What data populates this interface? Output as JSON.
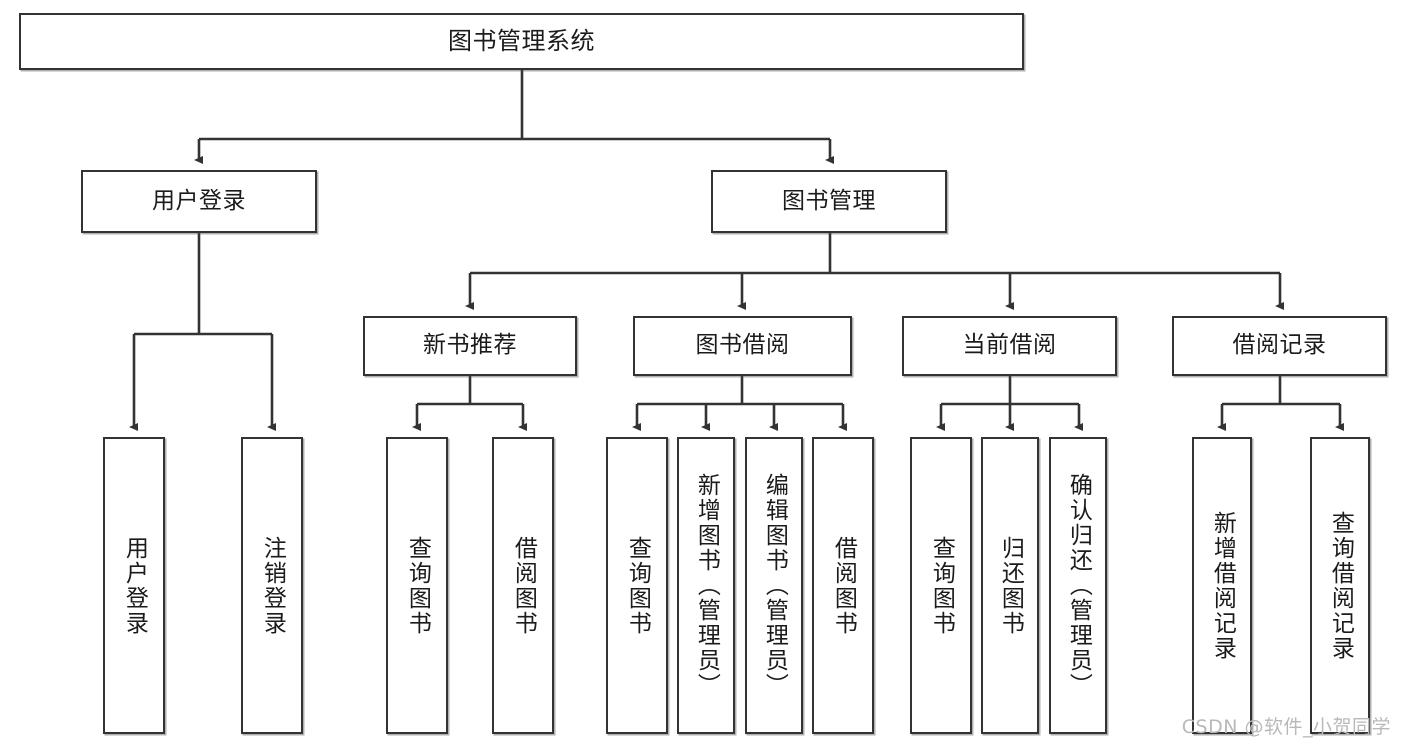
{
  "diagram": {
    "title": "图书管理系统",
    "type": "tree-hierarchy",
    "watermark": "CSDN @软件_小贺同学",
    "nodes": {
      "root": "图书管理系统",
      "level2": [
        "用户登录",
        "图书管理"
      ],
      "level3": [
        "新书推荐",
        "图书借阅",
        "当前借阅",
        "借阅记录"
      ],
      "leaves": {
        "user_login": [
          "用户登录",
          "注销登录"
        ],
        "new_book": [
          "查询图书",
          "借阅图书"
        ],
        "book_borrow": [
          "查询图书",
          "新增图书（管理员）",
          "编辑图书（管理员）",
          "借阅图书"
        ],
        "current_borrow": [
          "查询图书",
          "归还图书",
          "确认归还（管理员）"
        ],
        "borrow_record": [
          "新增借阅记录",
          "查询借阅记录"
        ]
      }
    },
    "colors": {
      "stroke": "#333333",
      "fill": "#ffffff",
      "text": "#1b1b1b",
      "watermark": "#b9b9b9"
    }
  }
}
